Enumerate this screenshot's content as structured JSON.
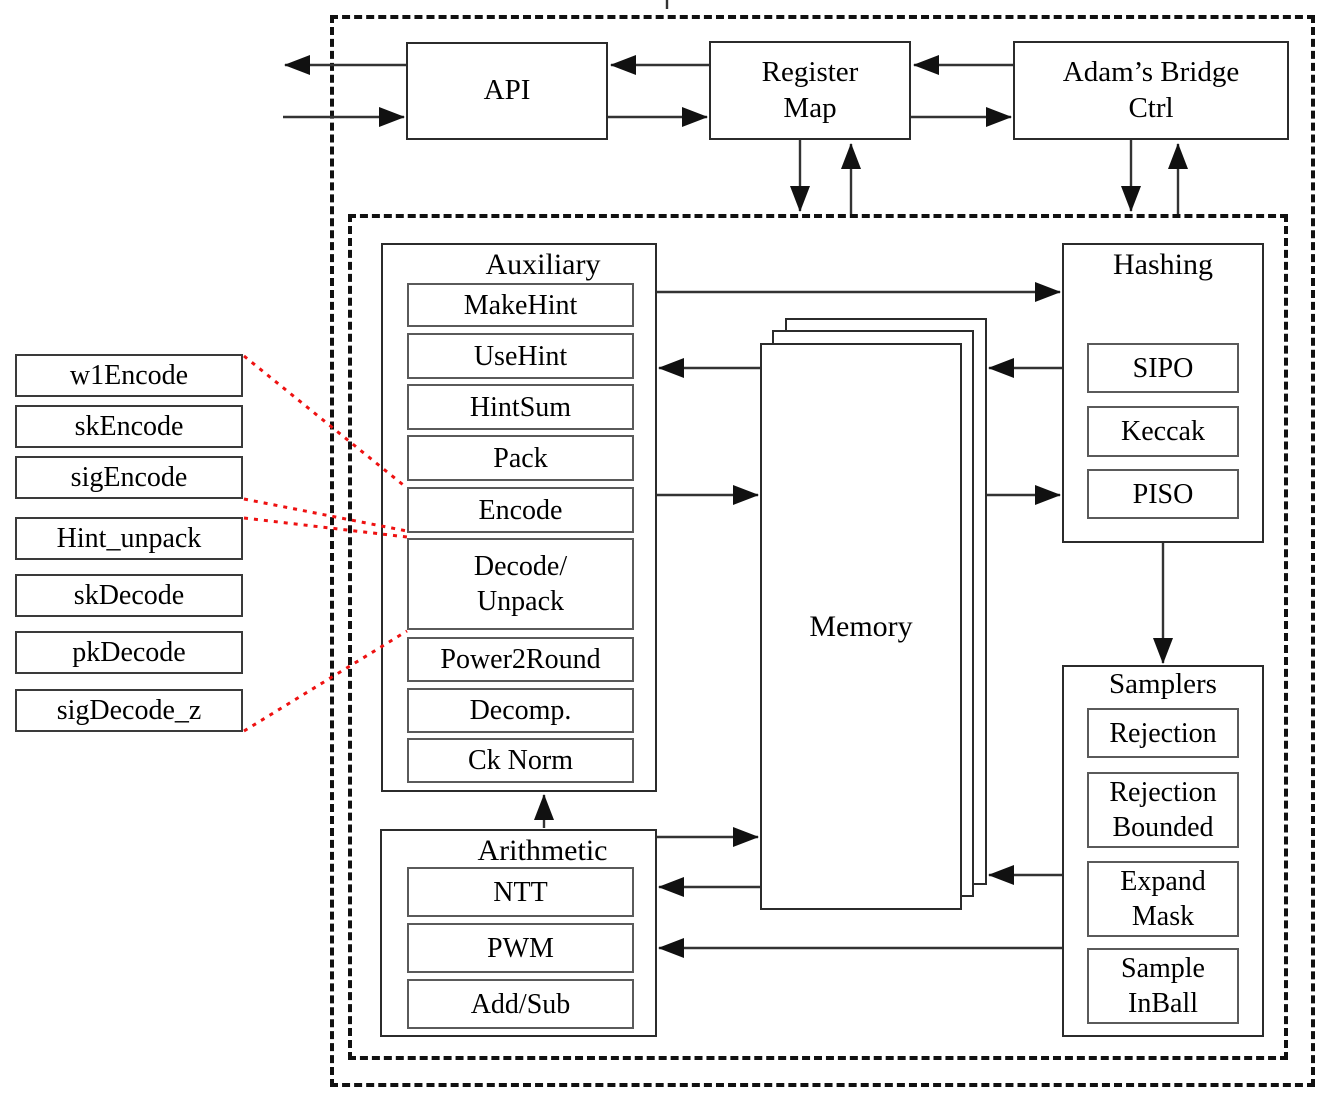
{
  "top_row": {
    "api": "API",
    "register_map": "Register\nMap",
    "bridge_ctrl": "Adam’s Bridge\nCtrl"
  },
  "callouts": {
    "items": [
      "w1Encode",
      "skEncode",
      "sigEncode",
      "Hint_unpack",
      "skDecode",
      "pkDecode",
      "sigDecode_z"
    ]
  },
  "auxiliary": {
    "title": "Auxiliary",
    "items": [
      "MakeHint",
      "UseHint",
      "HintSum",
      "Pack",
      "Encode",
      "Decode/\nUnpack",
      "Power2Round",
      "Decomp.",
      "Ck Norm"
    ]
  },
  "memory": {
    "label": "Memory"
  },
  "hashing": {
    "title": "Hashing",
    "items": [
      "SIPO",
      "Keccak",
      "PISO"
    ]
  },
  "samplers": {
    "title": "Samplers",
    "items": [
      "Rejection",
      "Rejection\nBounded",
      "Expand\nMask",
      "Sample\nInBall"
    ]
  },
  "arithmetic": {
    "title": "Arithmetic",
    "items": [
      "NTT",
      "PWM",
      "Add/Sub"
    ]
  },
  "colors": {
    "line": "#333333",
    "arrowhead": "#111111",
    "callout_line": "#ee1111",
    "border": "#2b2b2b"
  }
}
